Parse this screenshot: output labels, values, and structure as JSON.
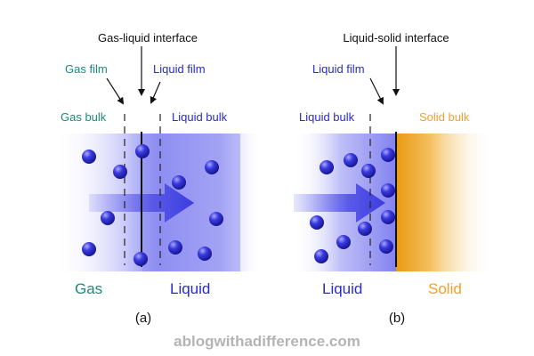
{
  "diagram": {
    "panel_a": {
      "interface_title": "Gas-liquid interface",
      "gas_film": "Gas film",
      "liquid_film": "Liquid film",
      "gas_bulk": "Gas bulk",
      "liquid_bulk": "Liquid bulk",
      "phase_left": "Gas",
      "phase_right": "Liquid",
      "caption": "(a)"
    },
    "panel_b": {
      "interface_title": "Liquid-solid interface",
      "liquid_film": "Liquid film",
      "liquid_bulk": "Liquid bulk",
      "solid_bulk": "Solid bulk",
      "phase_left": "Liquid",
      "phase_right": "Solid",
      "caption": "(b)"
    },
    "watermark": "ablogwithadifference.com"
  },
  "colors": {
    "gas_label": "#1a8a7a",
    "liquid_label": "#2a2ad0",
    "solid_label": "#f0a030",
    "molecule": "#2a2ad8",
    "liquid_fill": "#8080f0",
    "solid_fill": "#f0a020",
    "arrow": "#5a5ae8"
  }
}
